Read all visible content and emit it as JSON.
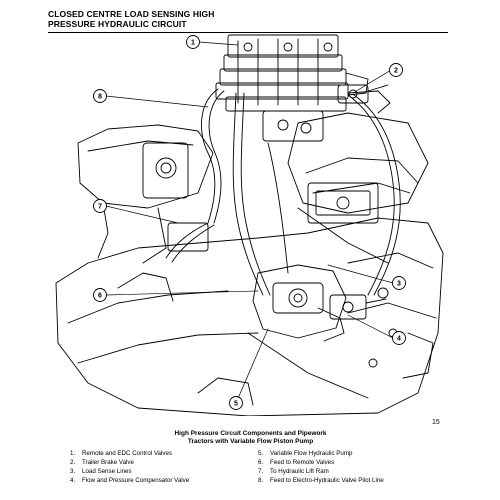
{
  "title": {
    "line1": "CLOSED CENTRE LOAD SENSING HIGH",
    "line2": "PRESSURE HYDRAULIC CIRCUIT"
  },
  "page_number": "15",
  "caption": {
    "line1": "High Pressure Circuit Components and Pipework",
    "line2": "Tractors with Variable Flow Piston Pump"
  },
  "callouts": [
    "1",
    "2",
    "3",
    "4",
    "5",
    "6",
    "7",
    "8"
  ],
  "legend": {
    "left": [
      {
        "num": "1.",
        "text": "Remote and EDC Control Valves"
      },
      {
        "num": "2.",
        "text": "Trailer Brake Valve"
      },
      {
        "num": "3.",
        "text": "Load Sense Lines"
      },
      {
        "num": "4.",
        "text": "Flow and Pressure Compensator Valve"
      }
    ],
    "right": [
      {
        "num": "5.",
        "text": "Variable Flow Hydraulic Pump"
      },
      {
        "num": "6.",
        "text": "Feed to Remote Valves"
      },
      {
        "num": "7.",
        "text": "To Hydraulic Lift Ram"
      },
      {
        "num": "8.",
        "text": "Feed to Electro-Hydraulic Valve Pilot Line"
      }
    ]
  }
}
